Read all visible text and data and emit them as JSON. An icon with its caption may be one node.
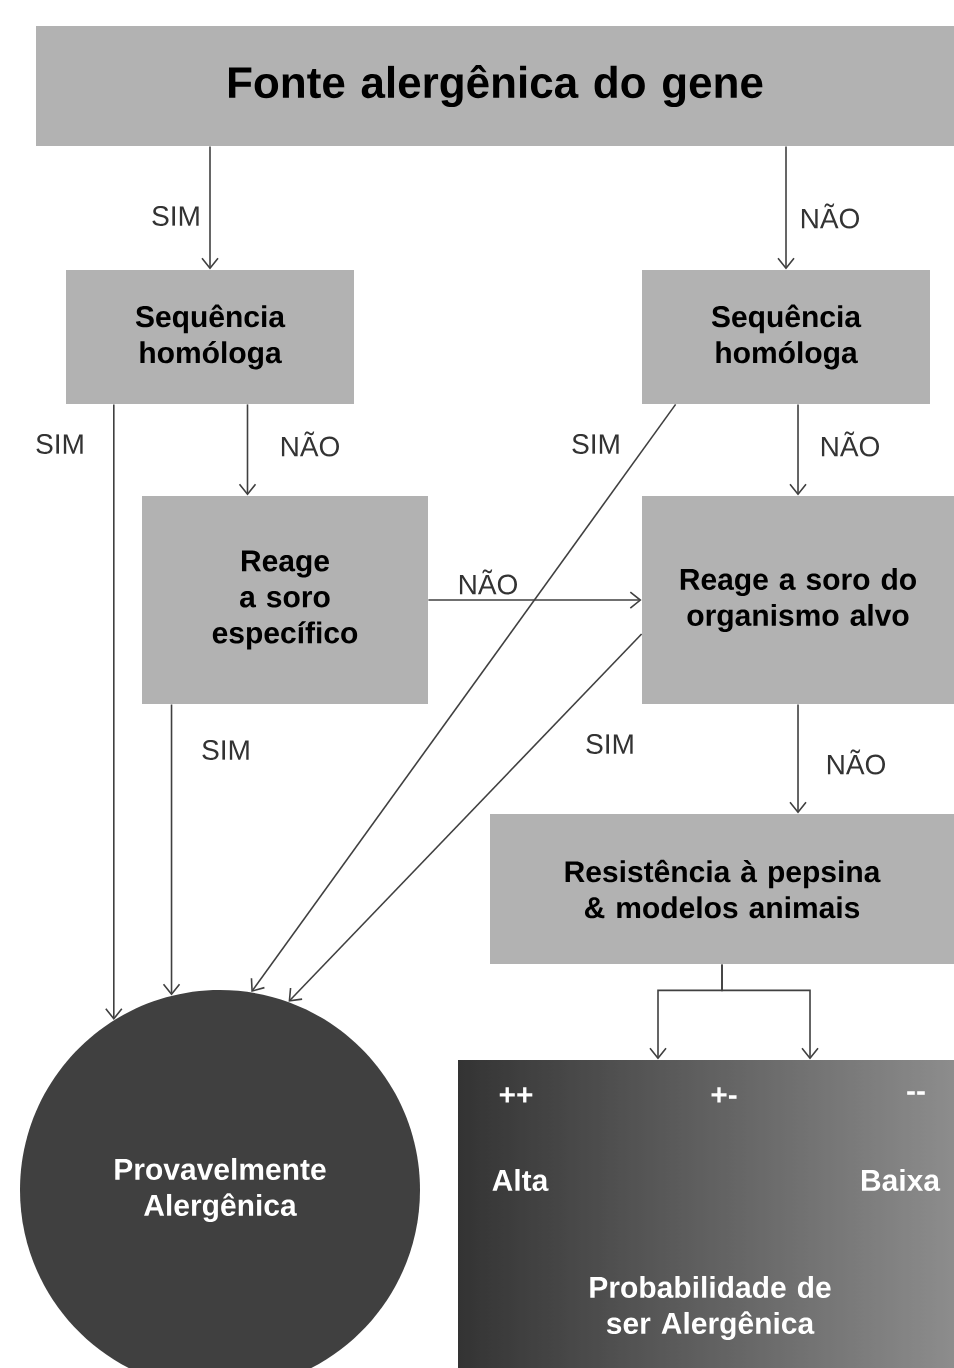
{
  "diagram": {
    "nodes": [
      {
        "text": [
          "Fonte alergênica do gene"
        ]
      },
      {
        "text": [
          "Sequência homóloga"
        ]
      },
      {
        "text": [
          "Sequência homóloga"
        ]
      },
      {
        "text": [
          "Reage a soro específico"
        ]
      },
      {
        "text": [
          "Reage a soro do organismo alvo"
        ]
      },
      {
        "text": [
          "Resistência à pepsina & modelos animais"
        ]
      },
      {
        "text": [
          "Provavelmente Alergênica"
        ]
      },
      {
        "text": [
          "++",
          "+-",
          "--",
          "Alta",
          "Baixa",
          "Probabilidade de ser Alergênica"
        ]
      }
    ],
    "edges": [
      {
        "from": 0,
        "to": 1,
        "arrow": "to",
        "label": "SIM"
      },
      {
        "from": 0,
        "to": 2,
        "arrow": "to",
        "label": "NÃO"
      },
      {
        "from": 1,
        "to": 3,
        "arrow": "to",
        "label": "NÃO"
      },
      {
        "from": 1,
        "to": 6,
        "arrow": "to",
        "label": "SIM"
      },
      {
        "from": 2,
        "to": 4,
        "arrow": "to",
        "label": "NÃO"
      },
      {
        "from": 2,
        "to": 6,
        "arrow": "to",
        "label": "SIM"
      },
      {
        "from": 3,
        "to": 4,
        "arrow": "to",
        "label": "NÃO"
      },
      {
        "from": 3,
        "to": 6,
        "arrow": "to",
        "label": "SIM"
      },
      {
        "from": 4,
        "to": 6,
        "arrow": "to",
        "label": "SIM"
      },
      {
        "from": 4,
        "to": 5,
        "arrow": "to",
        "label": "NÃO"
      },
      {
        "from": 5,
        "to": 7,
        "arrow": "to"
      },
      {
        "from": 5,
        "to": 7,
        "arrow": "to"
      }
    ]
  }
}
